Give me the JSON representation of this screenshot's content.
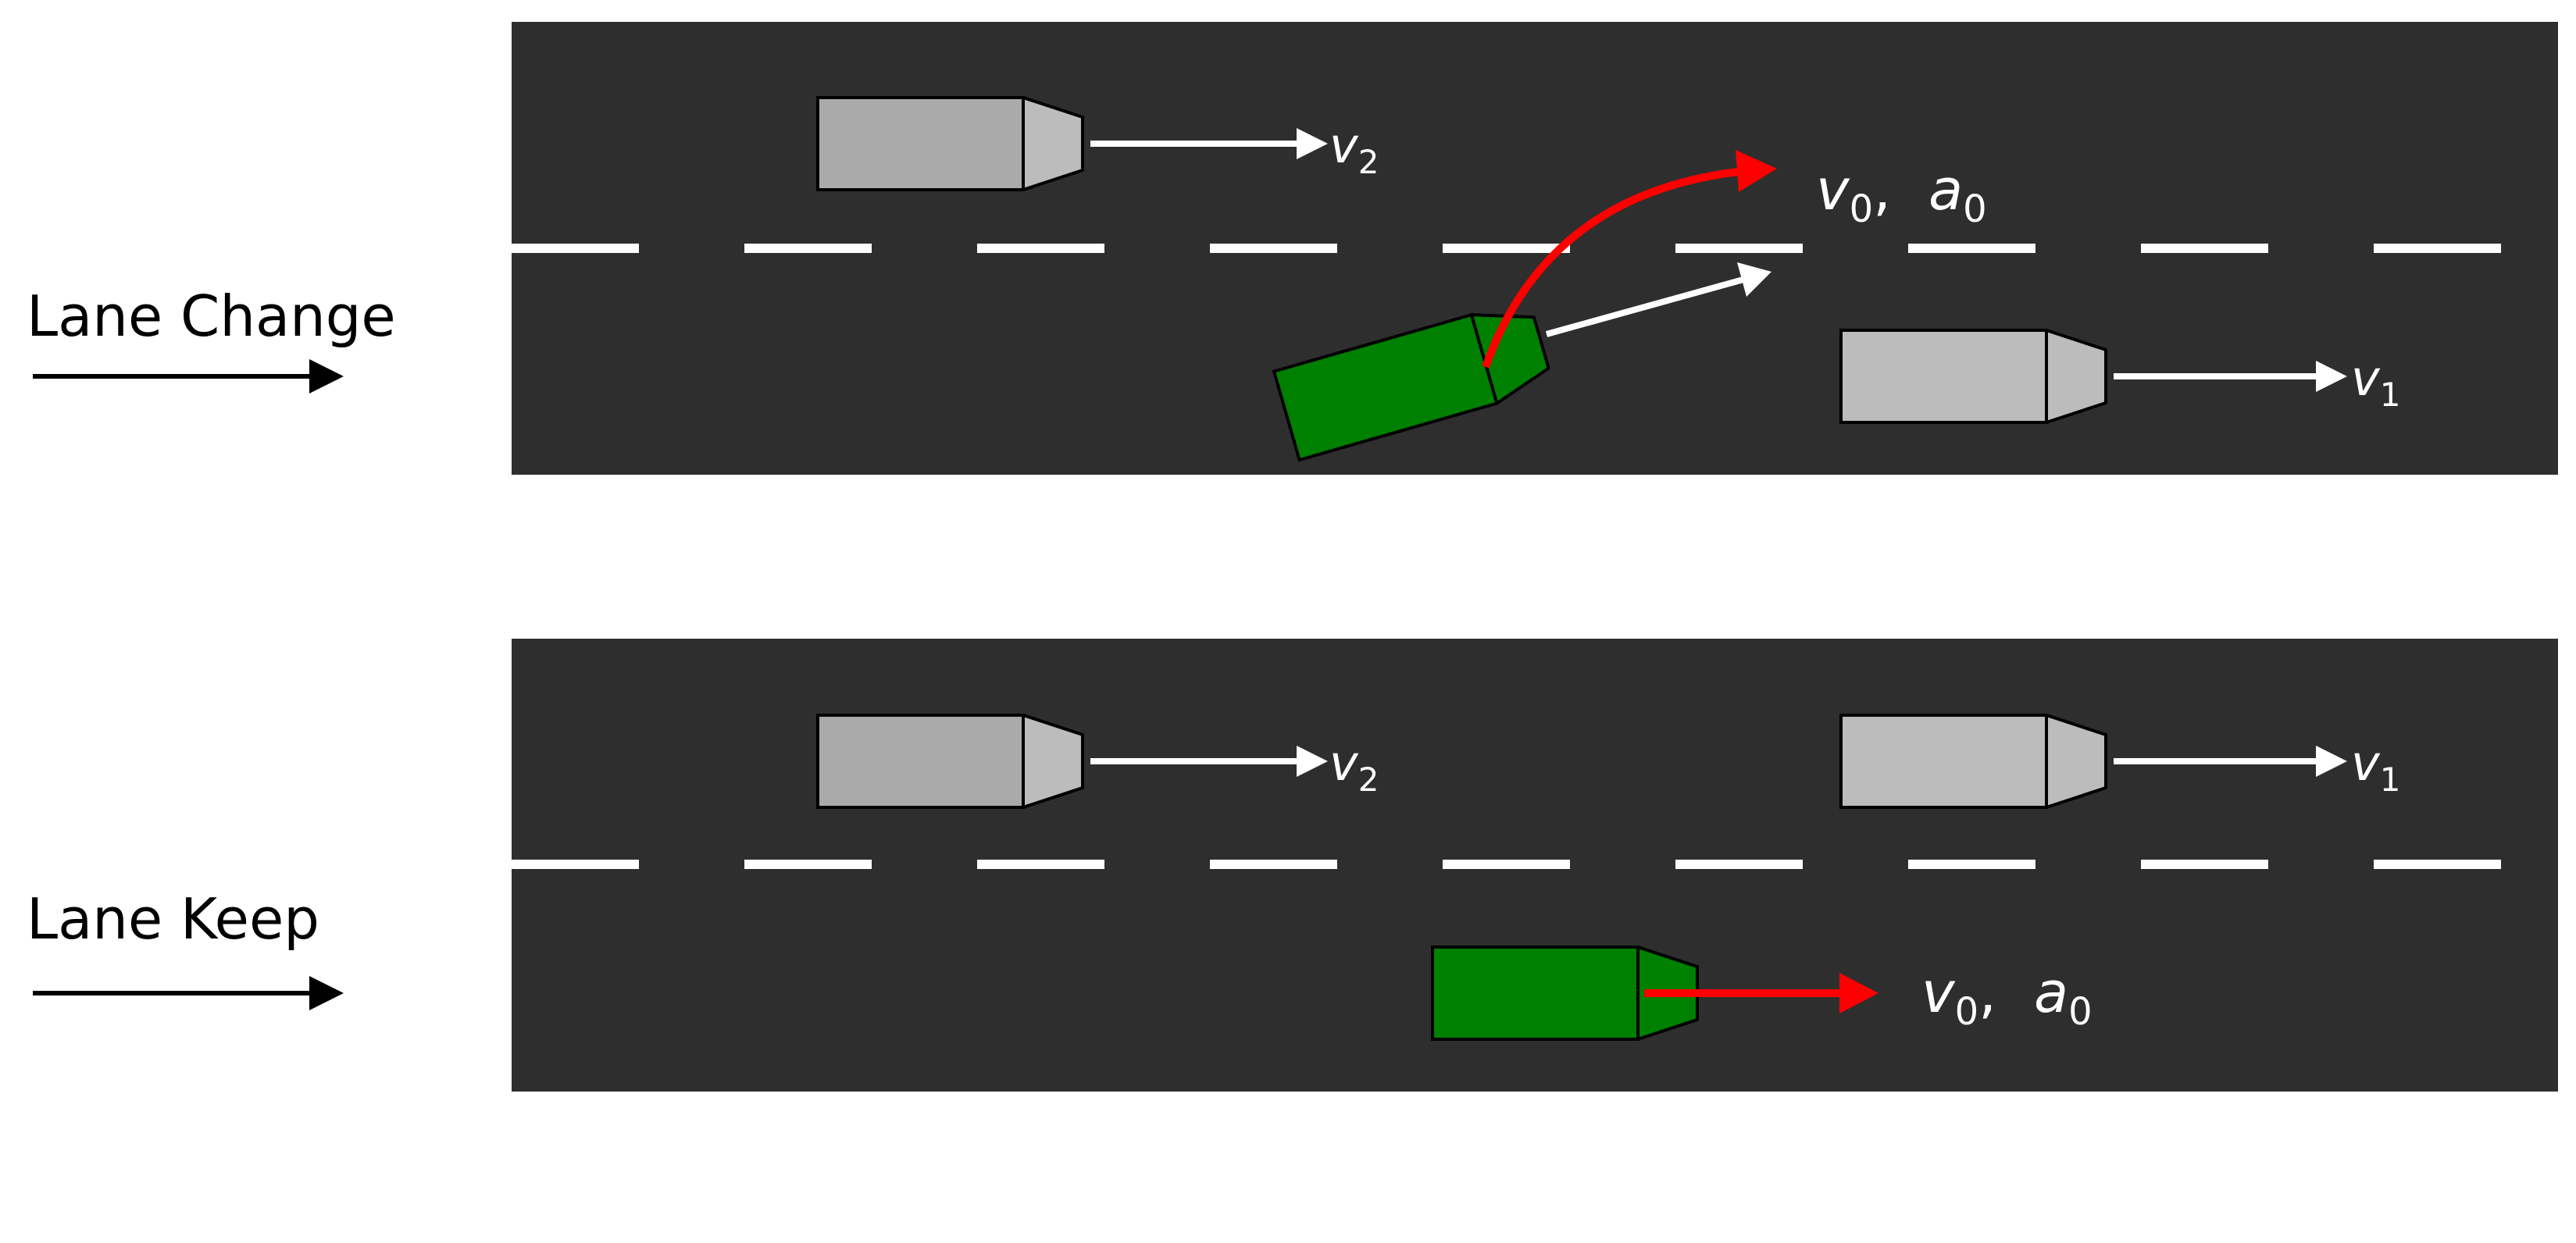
{
  "scenarios": [
    {
      "label": "Lane Change",
      "ego_speed": {
        "sym": "v",
        "sub": "0"
      },
      "ego_accel": {
        "sym": "a",
        "sub": "0"
      },
      "lead_speed": {
        "sym": "v",
        "sub": "1"
      },
      "side_speed": {
        "sym": "v",
        "sub": "2"
      }
    },
    {
      "label": "Lane Keep",
      "ego_speed": {
        "sym": "v",
        "sub": "0"
      },
      "ego_accel": {
        "sym": "a",
        "sub": "0"
      },
      "lead_speed": {
        "sym": "v",
        "sub": "1"
      },
      "side_speed": {
        "sym": "v",
        "sub": "2"
      }
    }
  ],
  "separator": ",",
  "colors": {
    "road": "#2e2e2e",
    "lane_marking": "#ffffff",
    "ego_vehicle": "#008000",
    "other_vehicle_rear": "#aaaaaa",
    "other_vehicle_front": "#bcbcbc",
    "ego_arrow": "#ff0000",
    "speed_arrow": "#ffffff",
    "label_arrow": "#000000"
  },
  "icons": {
    "ego_vehicle": "green-car-icon",
    "other_vehicle": "gray-car-icon"
  }
}
